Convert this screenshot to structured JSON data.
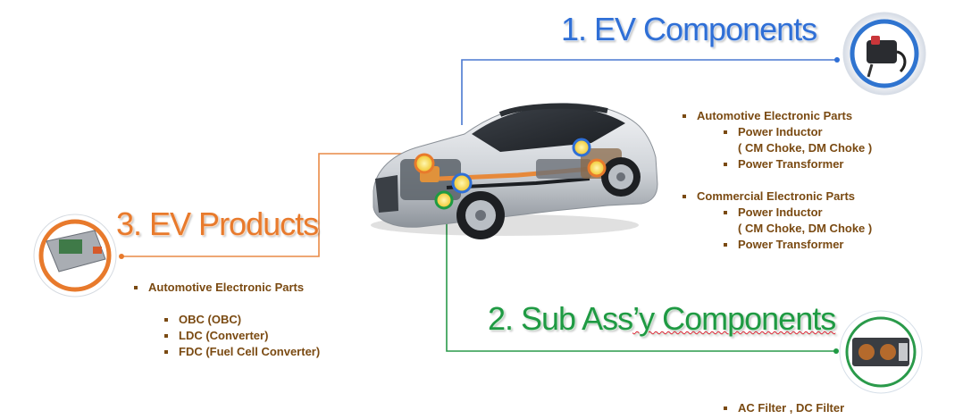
{
  "colors": {
    "blue": "#2f6fd6",
    "green": "#1f9a43",
    "orange": "#e87a2c",
    "text": "#7a4a12"
  },
  "section1": {
    "title": "1. EV Components",
    "group1_title": "Automotive Electronic Parts",
    "group1_item1": "Power Inductor",
    "group1_item1_detail": "( CM Choke, DM Choke )",
    "group1_item2": "Power Transformer",
    "group2_title": "Commercial Electronic Parts",
    "group2_item1": "Power Inductor",
    "group2_item1_detail": "( CM Choke, DM Choke )",
    "group2_item2": "Power Transformer"
  },
  "section2": {
    "title_main": "2. Sub Ass",
    "title_tail": "’y Components",
    "item1": "AC Filter , DC Filter"
  },
  "section3": {
    "title": "3. EV Products",
    "group_title": "Automotive Electronic Parts",
    "item1": "OBC (OBC)",
    "item2": "LDC (Converter)",
    "item3": "FDC (Fuel Cell Converter)"
  }
}
